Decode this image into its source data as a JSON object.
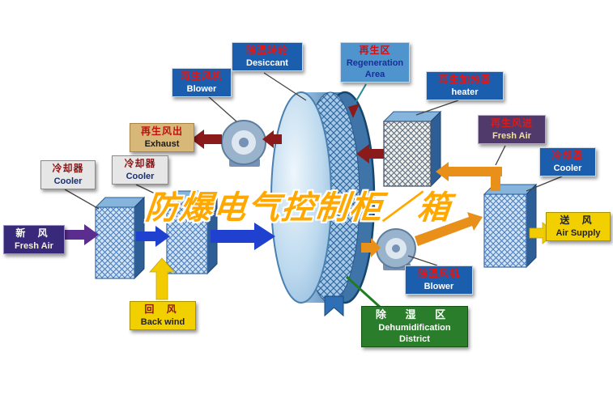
{
  "watermark": {
    "text": "防爆电气控制柜／箱",
    "color": "#ffa800"
  },
  "labels": {
    "blower_regen": {
      "zh": "再生风机",
      "en": "Blower"
    },
    "desiccant": {
      "zh": "除湿转轮",
      "en": "Desiccant"
    },
    "regen_area": {
      "zh": "再生区",
      "en": "Regeneration Area"
    },
    "heater": {
      "zh": "再生加热器",
      "en": "heater"
    },
    "exhaust": {
      "zh": "再生风出",
      "en": "Exhaust"
    },
    "fresh_air_regen": {
      "zh": "再生风进",
      "en": "Fresh Air"
    },
    "cooler_left_outer": {
      "zh": "冷却器",
      "en": "Cooler"
    },
    "cooler_left_inner": {
      "zh": "冷却器",
      "en": "Cooler"
    },
    "cooler_right": {
      "zh": "冷却器",
      "en": "Cooler"
    },
    "fresh_air_intake": {
      "zh": "新 风",
      "en": "Fresh Air"
    },
    "back_wind": {
      "zh": "回 风",
      "en": "Back wind"
    },
    "air_supply": {
      "zh": "送 风",
      "en": "Air Supply"
    },
    "blower_dehum": {
      "zh": "除湿风机",
      "en": "Blower"
    },
    "dehum_district": {
      "zh": "除 湿 区",
      "en1": "Dehumidification",
      "en2": "District"
    }
  },
  "colors": {
    "label_blue": "#1b5eae",
    "label_green": "#2a7d2a",
    "label_yellow": "#f2d000",
    "label_purple": "#38297a",
    "arrow_process_blue": "#2040d0",
    "arrow_regen_maroon": "#8b1a1a",
    "arrow_supply_orange": "#e8901a",
    "arrow_return_yellow": "#f2cc00",
    "arrow_fresh_purple": "#5b2d8e",
    "wheel_blue": "#4a7cac"
  }
}
